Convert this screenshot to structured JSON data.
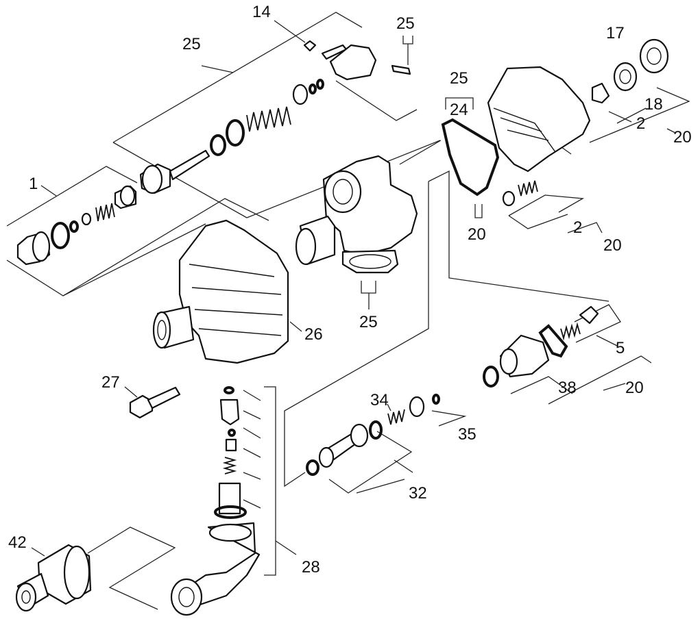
{
  "diagram": {
    "labels": {
      "p1": "1",
      "p2a": "2",
      "p2b": "2",
      "p5": "5",
      "p14": "14",
      "p17": "17",
      "p18": "18",
      "p20a": "20",
      "p20b": "20",
      "p20c": "20",
      "p20d": "20",
      "p24": "24",
      "p25a": "25",
      "p25b": "25",
      "p25c": "25",
      "p25d": "25",
      "p26": "26",
      "p27": "27",
      "p28": "28",
      "p32": "32",
      "p34": "34",
      "p35": "35",
      "p38": "38",
      "p42": "42"
    }
  }
}
